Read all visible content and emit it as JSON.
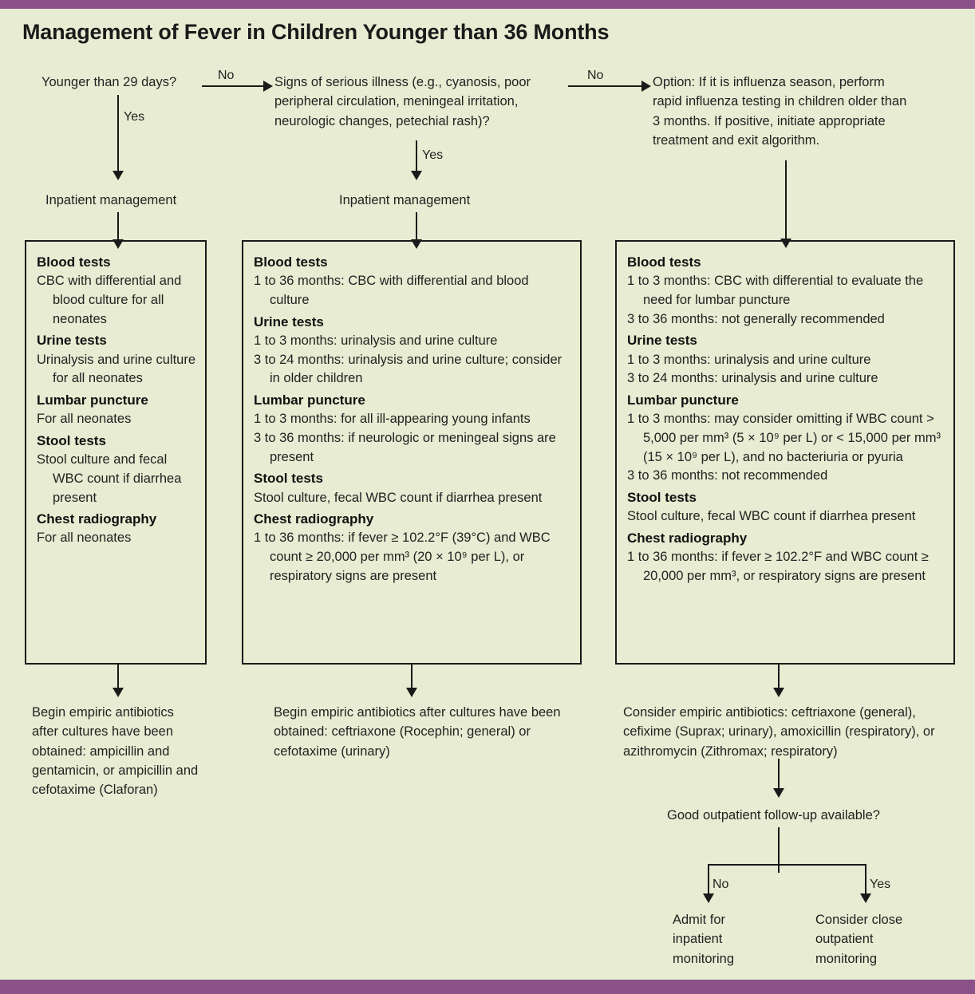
{
  "title": "Management of Fever in Children Younger than 36 Months",
  "theme": {
    "accent": "#8a5289",
    "background": "#e7ecd2",
    "line": "#1a1a1a",
    "text": "#222222"
  },
  "decisions": {
    "younger_29_days": "Younger than 29 days?",
    "serious_illness": "Signs of serious illness (e.g., cyanosis, poor peripheral circulation, meningeal irritation, neurologic changes, petechial rash)?",
    "influenza_option": "Option: If it is influenza season, perform rapid influenza testing in children older than 3 months. If positive, initiate appropriate treatment and exit algorithm.",
    "followup": "Good outpatient follow-up available?"
  },
  "edge_labels": {
    "no_1": "No",
    "no_2": "No",
    "yes_1": "Yes",
    "yes_2": "Yes",
    "followup_no": "No",
    "followup_yes": "Yes"
  },
  "management": {
    "col1": "Inpatient management",
    "col2": "Inpatient management"
  },
  "columns": [
    {
      "id": "neonates",
      "groups": [
        {
          "heading": "Blood tests",
          "lines": [
            "CBC with differential and blood culture for all neonates"
          ]
        },
        {
          "heading": "Urine tests",
          "lines": [
            "Urinalysis and urine culture for all neonates"
          ]
        },
        {
          "heading": "Lumbar puncture",
          "lines": [
            "For all neonates"
          ]
        },
        {
          "heading": "Stool tests",
          "lines": [
            "Stool culture and fecal WBC count if diarrhea present"
          ]
        },
        {
          "heading": "Chest radiography",
          "lines": [
            "For all neonates"
          ]
        }
      ],
      "outcome": "Begin empiric antibiotics after cultures have been obtained: ampicillin and gentamicin, or ampicillin and cefotaxime (Claforan)"
    },
    {
      "id": "ill-appearing",
      "groups": [
        {
          "heading": "Blood tests",
          "lines": [
            "1 to 36 months: CBC with differential and blood culture"
          ]
        },
        {
          "heading": "Urine tests",
          "lines": [
            "1 to 3 months: urinalysis and urine culture",
            "3 to 24 months: urinalysis and urine culture; consider in older children"
          ]
        },
        {
          "heading": "Lumbar puncture",
          "lines": [
            "1 to 3 months: for all ill-appearing young infants",
            "3 to 36 months: if neurologic or meningeal signs are present"
          ]
        },
        {
          "heading": "Stool tests",
          "lines": [
            "Stool culture, fecal WBC count if diarrhea present"
          ]
        },
        {
          "heading": "Chest radiography",
          "lines": [
            "1 to 36 months: if fever ≥ 102.2°F (39°C) and WBC count ≥ 20,000 per mm³ (20 × 10⁹ per L), or respiratory signs are present"
          ]
        }
      ],
      "outcome": "Begin empiric antibiotics after cultures have been obtained: ceftriaxone (Rocephin; general) or cefotaxime (urinary)"
    },
    {
      "id": "well-appearing",
      "groups": [
        {
          "heading": "Blood tests",
          "lines": [
            "1 to 3 months: CBC with differential to evaluate the need for lumbar puncture",
            "3 to 36 months: not generally recommended"
          ]
        },
        {
          "heading": "Urine tests",
          "lines": [
            "1 to 3 months: urinalysis and urine culture",
            "3 to 24 months: urinalysis and urine culture"
          ]
        },
        {
          "heading": "Lumbar puncture",
          "lines": [
            "1 to 3 months: may consider omitting if WBC count > 5,000 per mm³ (5 × 10⁹ per L) or < 15,000 per mm³ (15 × 10⁹ per L), and no bacteriuria or pyuria",
            "3 to 36 months: not recommended"
          ]
        },
        {
          "heading": "Stool tests",
          "lines": [
            "Stool culture, fecal WBC count if diarrhea present"
          ]
        },
        {
          "heading": "Chest radiography",
          "lines": [
            "1 to 36 months: if fever ≥ 102.2°F and WBC count ≥ 20,000 per mm³, or respiratory signs are present"
          ]
        }
      ],
      "outcome": "Consider empiric antibiotics: ceftriaxone (general), cefixime (Suprax; urinary), amoxicillin (respiratory), or azithromycin (Zithromax; respiratory)"
    }
  ],
  "terminals": {
    "admit": "Admit for inpatient monitoring",
    "outpatient": "Consider close outpatient monitoring"
  }
}
